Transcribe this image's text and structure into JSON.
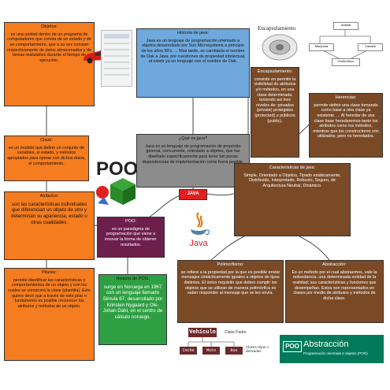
{
  "colors": {
    "orange": "#f57c1f",
    "blue": "#6fa8dc",
    "gray": "#8c8c8c",
    "brown": "#7a4a27",
    "purple": "#6d1f4c",
    "green": "#2ea043",
    "red": "#e02020",
    "java_red": "#e76f00",
    "java_blue": "#5382a1",
    "poo_green": "#007a5a"
  },
  "nodes": {
    "objetos": {
      "title": "Objetos:",
      "body": "es una unidad dentro de un programa de computadores que consta de un estado y de un comportamiento, que a su vez constan respectivamente de datos almacenados y de tareas realizables durante el tiempo de ejecución."
    },
    "clase": {
      "title": "Clase:",
      "body": "es un modelo que define un conjunto de variables, el estado, y métodos apropiados para operar con dichos datos, el comportamiento."
    },
    "atributos": {
      "title": "Atributos:",
      "body": "son las características individuales que diferencian un objeto de otro y determinan su apariencia, estado u otras cualidades."
    },
    "pilares": {
      "title": "Pilares:",
      "body": "permite identificar las características y comportamientos de un objeto y con los cuales se construirá la clase (plantilla). Esto quiere decir que a través de este pilar o fundamento es posible reconocer los atributos y métodos de un objeto."
    },
    "historia_java": {
      "title": "Historia de java:",
      "body": "Java es un lenguaje de programación orientado a objetos desarrollado por Sun Microsystems a principio de los años 90's. ... Mas tarde, se cambiaría el nombre de Oak a Java, por cuestiones de propiedad intelectual, al existir ya un lenguaje con el nombre de Oak."
    },
    "que_es_java": {
      "title": "¿Qué es java?",
      "body": "Java es un lenguaje de programación de propósito general, concurrente, orientado a objetos, que fue diseñado específicamente para tener tan pocas dependencias de implementación como fuera posible."
    },
    "java_center": {
      "title": "JAVA"
    },
    "poo": {
      "title": "POO:",
      "body": "es un paradigma de programación que viene a innovar la forma de obtener resultados."
    },
    "historia_poo": {
      "title": "Historia de POO.",
      "body": "surge en Noruega en 1967 con un lenguaje llamado Simula 67, desarrollado por Krinsten Nygaard y Ole-Johan Dahl, en el centro de cálculo noruego."
    },
    "encapsulamiento": {
      "title": "Encapsulamiento:",
      "body": "consiste en permitir la visibilidad de atributos y/o métodos, en una clase determinada, teniendo así tres niveles de: privados (private) protegidos (protected) y públicos (public)."
    },
    "herencias": {
      "title": "Herencias:",
      "body": "permite definir una clase tomando como base a otra clase ya existente. ... Al heredar de una clase base heredaremos tanto los atributos como los métodos, mientras que los constructores son utilizados, pero no heredados."
    },
    "caracteristicas": {
      "title": "Características de java:",
      "body": "Simple, Orientado a Objetos, Tipado estáticamente, Distribuido, Interpretado, Robusto, Seguro, de Arquitectura Neutral, Dinámico."
    },
    "polimorfismo": {
      "title": "Polimorfismo:",
      "body": "se refiere a la propiedad por la que es posible enviar mensajes sintácticamente iguales a objetos de tipos distintos. El único requisito que deben cumplir los objetos que se utilizan de manera polimórfica es saber responder al mensaje que se les envía."
    },
    "abstraccion": {
      "title": "Abstracción:",
      "body": "Es un método por el cual abstraemos, vale la redundancia, una determinada entidad de la realidad; sus características y funciones que desempeñan. Estos son representados en clases por medio de atributos y métodos de dicha clase."
    }
  },
  "images": {
    "poo_logo": "POO",
    "java_logo": "Java",
    "encapsulamiento_label": "Encapsulamiento",
    "uml": {
      "top": "Animal",
      "left": "Mariposa",
      "right": "Canario",
      "bottom": "Ornitorrinco"
    },
    "vehiculo": {
      "parent": "Vehículo",
      "parent_label": "Clase Padre",
      "children": [
        "Coche",
        "Moto",
        "Bus"
      ],
      "children_label": "Clases Hijas o derivadas"
    },
    "poo_banner": {
      "badge": "POO",
      "title": "Abstracción",
      "subtitle": "Programación orientada a objetos (POO)"
    }
  }
}
